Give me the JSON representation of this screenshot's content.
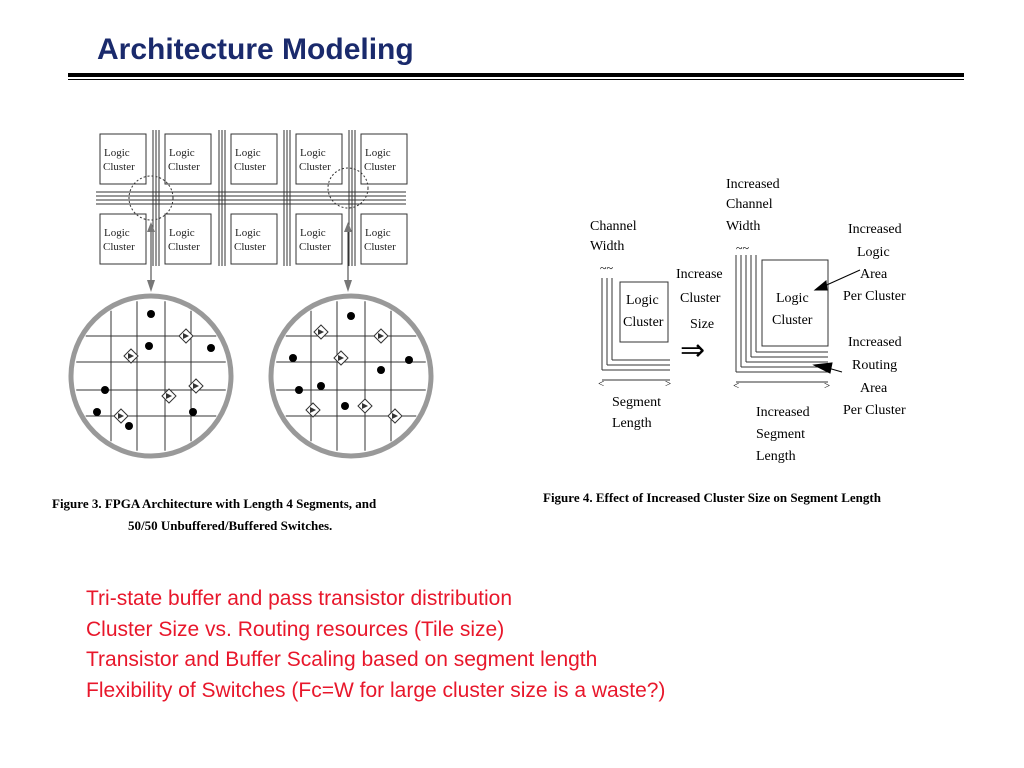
{
  "title": "Architecture Modeling",
  "figure3": {
    "caption_line1": "Figure 3.  FPGA Architecture with Length 4 Segments, and",
    "caption_line2": "50/50 Unbuffered/Buffered Switches.",
    "cluster_label_line1": "Logic",
    "cluster_label_line2": "Cluster"
  },
  "figure4": {
    "caption": "Figure 4.  Effect of Increased Cluster Size on Segment Length",
    "channel_width": [
      "Channel",
      "Width"
    ],
    "increased_channel_width": [
      "Increased",
      "Channel",
      "Width"
    ],
    "increase_cluster_size": [
      "Increase",
      "Cluster",
      "Size"
    ],
    "logic_cluster_small": [
      "Logic",
      "Cluster"
    ],
    "logic_cluster_large": [
      "Logic",
      "Cluster"
    ],
    "increased_logic_area": [
      "Increased",
      "Logic",
      "Area",
      "Per Cluster"
    ],
    "increased_routing_area": [
      "Increased",
      "Routing",
      "Area",
      "Per Cluster"
    ],
    "segment_length": [
      "Segment",
      "Length"
    ],
    "increased_segment_length": [
      "Increased",
      "Segment",
      "Length"
    ],
    "arrow_symbol": "⇒"
  },
  "bullets": [
    "Tri-state buffer and pass transistor distribution",
    "Cluster Size vs. Routing resources (Tile size)",
    "Transistor and Buffer Scaling based on segment length",
    "Flexibility of Switches (Fc=W for large cluster size is a waste?)"
  ],
  "colors": {
    "title": "#1a2a6c",
    "bullets": "#e8172b"
  }
}
